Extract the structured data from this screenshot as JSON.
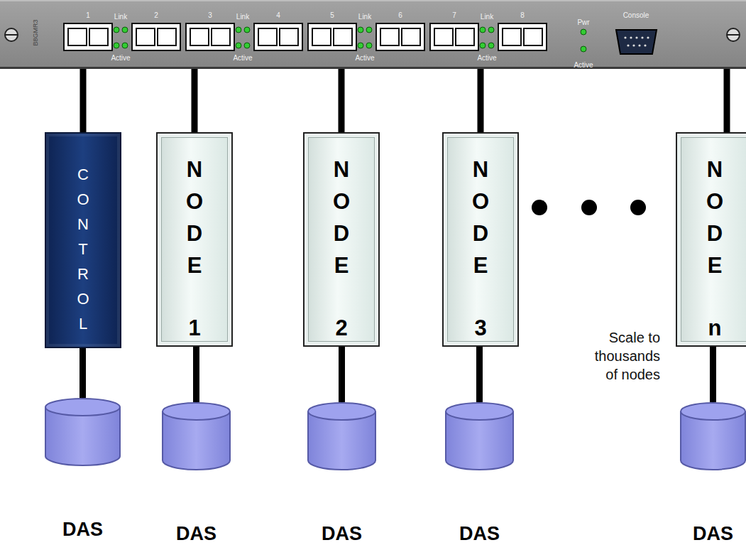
{
  "diagram": {
    "nodes": [
      {
        "text": [
          "B8GMR3",
          "1",
          "Link",
          "Active",
          "2",
          "3",
          "Link",
          "Active",
          "4",
          "5",
          "Link",
          "Active",
          "6",
          "7",
          "Link",
          "Active",
          "8",
          "Pwr",
          "Active",
          "Console"
        ]
      },
      {
        "text": [
          "CONTROL"
        ]
      },
      {
        "text": [
          "NODE",
          "1"
        ]
      },
      {
        "text": [
          "NODE",
          "2"
        ]
      },
      {
        "text": [
          "NODE",
          "3"
        ]
      },
      {
        "text": [
          "NODE",
          "n"
        ]
      },
      {
        "text": [
          "DAS"
        ]
      },
      {
        "text": [
          "DAS"
        ]
      },
      {
        "text": [
          "DAS"
        ]
      },
      {
        "text": [
          "DAS"
        ]
      },
      {
        "text": [
          "DAS"
        ]
      }
    ],
    "edges": [
      {
        "from": 0,
        "to": 1,
        "arrow": "none"
      },
      {
        "from": 0,
        "to": 2,
        "arrow": "none"
      },
      {
        "from": 0,
        "to": 3,
        "arrow": "none"
      },
      {
        "from": 0,
        "to": 4,
        "arrow": "none"
      },
      {
        "from": 0,
        "to": 5,
        "arrow": "none"
      },
      {
        "from": 1,
        "to": 6,
        "arrow": "none"
      },
      {
        "from": 2,
        "to": 7,
        "arrow": "none"
      },
      {
        "from": 3,
        "to": 8,
        "arrow": "none"
      },
      {
        "from": 4,
        "to": 9,
        "arrow": "none"
      },
      {
        "from": 5,
        "to": 10,
        "arrow": "none"
      }
    ],
    "labels": [
      "Scale to thousands of nodes"
    ]
  }
}
